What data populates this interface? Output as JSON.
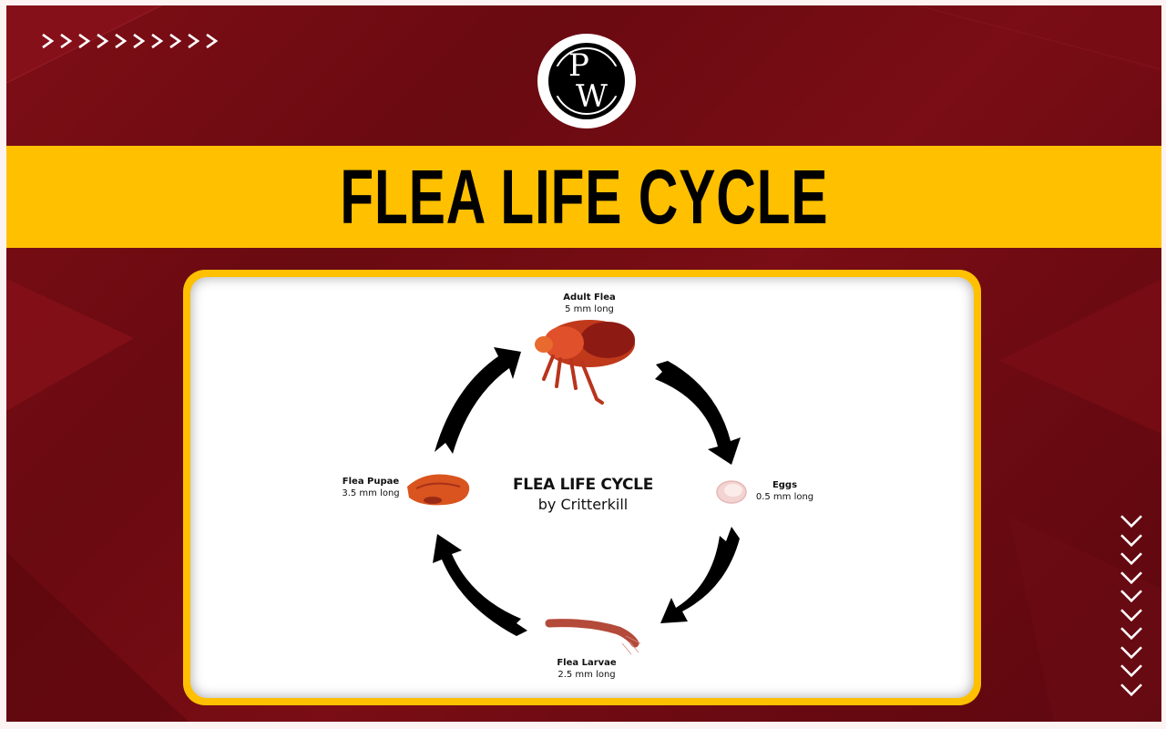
{
  "header": {
    "logo_text_top": "P",
    "logo_text_bottom": "W",
    "title": "FLEA LIFE CYCLE",
    "decor_top_chevrons": 10,
    "decor_right_chevrons": 10
  },
  "diagram": {
    "center_title": "FLEA LIFE CYCLE",
    "center_subtitle": "by Critterkill",
    "stages": [
      {
        "name": "Adult Flea",
        "size": "5 mm long",
        "position": "top"
      },
      {
        "name": "Eggs",
        "size": "0.5 mm long",
        "position": "right"
      },
      {
        "name": "Flea Larvae",
        "size": "2.5 mm long",
        "position": "bottom"
      },
      {
        "name": "Flea Pupae",
        "size": "3.5 mm long",
        "position": "left"
      }
    ],
    "cycle_order": [
      "Adult Flea",
      "Eggs",
      "Flea Larvae",
      "Flea Pupae",
      "Adult Flea"
    ]
  },
  "colors": {
    "background": "#6b0a12",
    "band": "#ffc000",
    "card_border": "#ffc000",
    "card_fill": "#ffffff",
    "arrow": "#000000"
  }
}
